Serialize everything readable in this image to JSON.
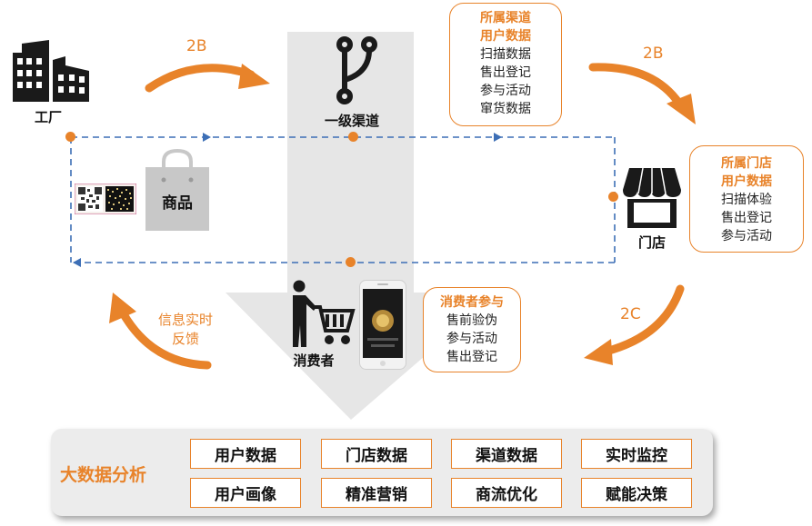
{
  "colors": {
    "accent": "#e8832a",
    "flow_line": "#3d6fb6",
    "funnel": "#e6e6e6",
    "icon": "#1a1a1a"
  },
  "factory": {
    "icon": "factory-building-icon",
    "label": "工厂"
  },
  "channel": {
    "icon": "branch-icon",
    "label": "一级渠道"
  },
  "store": {
    "icon": "storefront-icon",
    "label": "门店"
  },
  "product": {
    "icon": "shopping-bag-icon",
    "label": "商品"
  },
  "consumer": {
    "icon": "shopping-cart-person-icon",
    "label": "消费者"
  },
  "arrows": {
    "factory_to_channel": "2B",
    "channel_to_store": "2B",
    "store_to_consumer": "2C",
    "feedback": [
      "信息实时",
      "反馈"
    ]
  },
  "channel_box": {
    "title_lines": [
      "所属渠道",
      "用户数据"
    ],
    "items": [
      "扫描数据",
      "售出登记",
      "参与活动",
      "窜货数据"
    ]
  },
  "store_box": {
    "title_lines": [
      "所属门店",
      "用户数据"
    ],
    "items": [
      "扫描体验",
      "售出登记",
      "参与活动"
    ]
  },
  "consumer_box": {
    "title": "消费者参与",
    "items": [
      "售前验伪",
      "参与活动",
      "售出登记"
    ]
  },
  "big_data": {
    "title": "大数据分析",
    "cells": [
      "用户数据",
      "门店数据",
      "渠道数据",
      "实时监控",
      "用户画像",
      "精准营销",
      "商流优化",
      "赋能决策"
    ]
  }
}
